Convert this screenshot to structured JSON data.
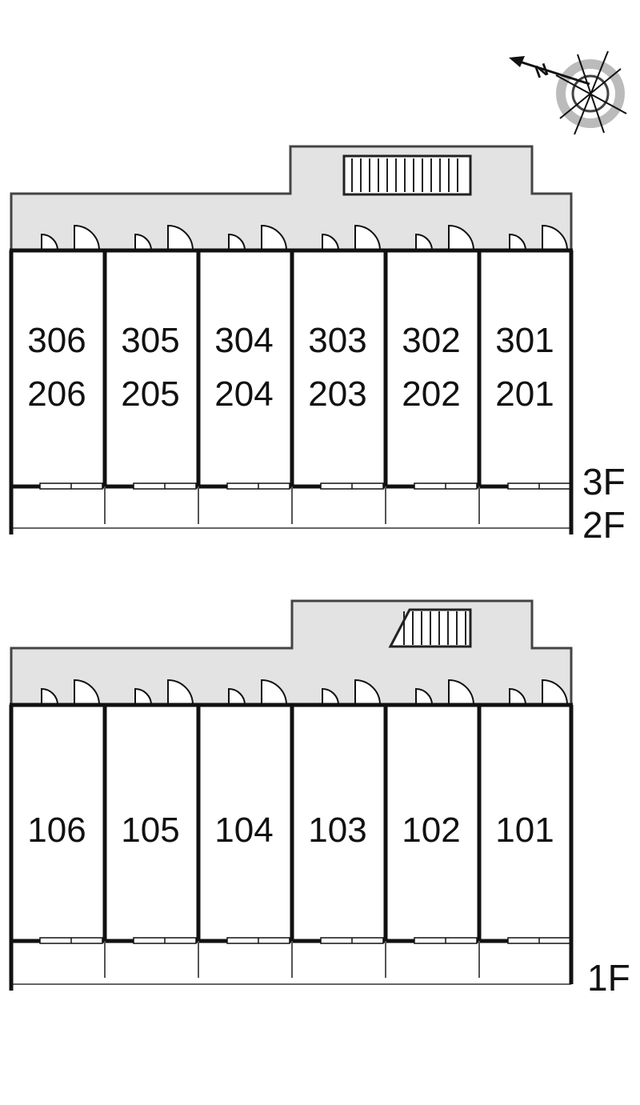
{
  "compass": {
    "label": "N",
    "icon": "north-compass-icon"
  },
  "upper_plan": {
    "floor_labels": [
      "3F",
      "2F"
    ],
    "units_top_row": [
      "306",
      "305",
      "304",
      "303",
      "302",
      "301"
    ],
    "units_bottom_row": [
      "206",
      "205",
      "204",
      "203",
      "202",
      "201"
    ]
  },
  "lower_plan": {
    "floor_labels": [
      "1F"
    ],
    "units": [
      "106",
      "105",
      "104",
      "103",
      "102",
      "101"
    ]
  },
  "colors": {
    "corridor": "#e3e3e3",
    "wall": "#111111",
    "outline": "#444444"
  }
}
